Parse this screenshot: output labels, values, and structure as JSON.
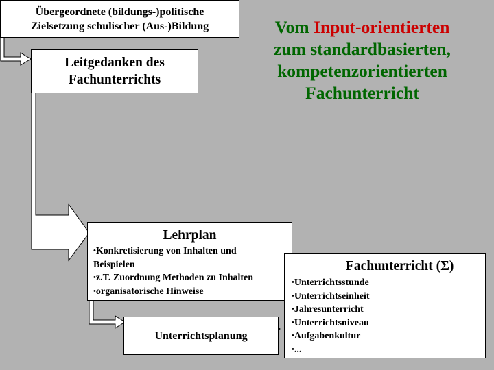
{
  "title": {
    "part1": "Vom ",
    "part2": "Input-orientierten",
    "part3": "zum standardbasierten, kompetenzorientierten Fachunterricht"
  },
  "box1": {
    "line1": "Übergeordnete (bildungs-)politische",
    "line2": "Zielsetzung schulischer (Aus-)Bildung"
  },
  "box2": {
    "line1": "Leitgedanken des",
    "line2": "Fachunterrichts"
  },
  "lehrplan": {
    "heading": "Lehrplan",
    "items": [
      "Konkretisierung von Inhalten und Beispielen",
      "z.T. Zuordnung Methoden zu Inhalten",
      "organisatorische Hinweise"
    ]
  },
  "planung": {
    "label": "Unterrichtsplanung"
  },
  "fach": {
    "heading": "Fachunterricht (Σ)",
    "items": [
      "Unterrichtsstunde",
      "Unterrichtseinheit",
      "Jahresunterricht",
      "Unterrichtsniveau",
      "Aufgabenkultur",
      "..."
    ]
  },
  "colors": {
    "background": "#b2b2b2",
    "title_green": "#006600",
    "title_red": "#cc0000"
  }
}
